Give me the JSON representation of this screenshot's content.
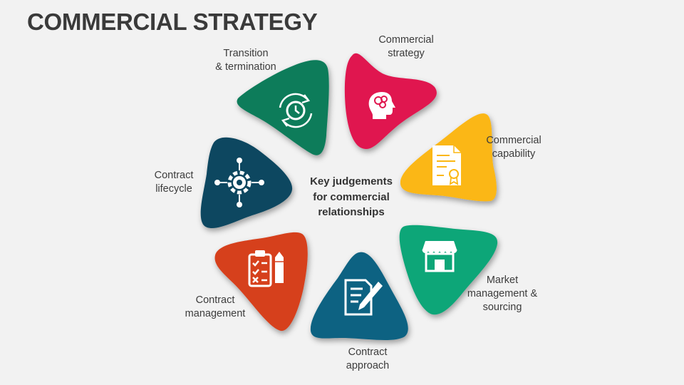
{
  "title": "COMMERCIAL STRATEGY",
  "center": [
    "Key judgements",
    "for commercial",
    "relationships"
  ],
  "petals": [
    {
      "id": "commercial-strategy",
      "label": [
        "Commercial",
        "strategy"
      ],
      "color": "#e0174f",
      "icon": "head-brain-icon"
    },
    {
      "id": "commercial-capability",
      "label": [
        "Commercial",
        "capability"
      ],
      "color": "#fbb713",
      "icon": "certificate-icon"
    },
    {
      "id": "market-management",
      "label": [
        "Market",
        "management &",
        "sourcing"
      ],
      "color": "#0ea678",
      "icon": "storefront-icon"
    },
    {
      "id": "contract-approach",
      "label": [
        "Contract",
        "approach"
      ],
      "color": "#0d6282",
      "icon": "document-pen-icon"
    },
    {
      "id": "contract-management",
      "label": [
        "Contract",
        "management"
      ],
      "color": "#d63f1e",
      "icon": "checklist-pencil-icon"
    },
    {
      "id": "contract-lifecycle",
      "label": [
        "Contract",
        "lifecycle"
      ],
      "color": "#0b4660",
      "icon": "gear-network-icon"
    },
    {
      "id": "transition-termination",
      "label": [
        "Transition",
        "& termination"
      ],
      "color": "#0b7c5a",
      "icon": "cycle-clock-icon"
    }
  ]
}
